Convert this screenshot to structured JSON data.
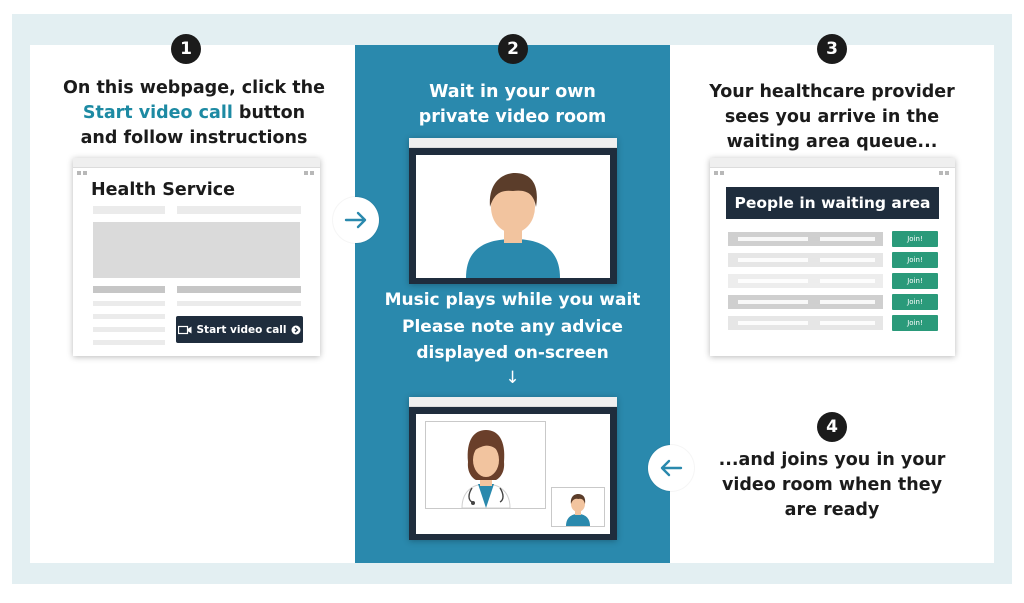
{
  "steps": [
    {
      "number": "1",
      "line1": "On this webpage, click the",
      "line2_highlight": "Start video call",
      "line2_rest": " button",
      "line3": "and follow instructions"
    },
    {
      "number": "2",
      "line1": "Wait in your own",
      "line2": "private video room"
    },
    {
      "number": "3",
      "line1": "Your healthcare provider",
      "line2": "sees you arrive in the",
      "line3": "waiting area queue..."
    },
    {
      "number": "4",
      "line1": "...and joins you in your",
      "line2": "video room when they",
      "line3": "are ready"
    }
  ],
  "health_service": {
    "title": "Health Service",
    "button_label": "Start video call"
  },
  "waiting_notes": {
    "line1": "Music plays while you wait",
    "line2": "Please note any advice",
    "line3": "displayed on-screen",
    "arrow": "↓"
  },
  "waiting_area": {
    "title": "People in waiting area",
    "join_label": "Join!",
    "rows": 5
  },
  "colors": {
    "panel": "#2a89ad",
    "highlight": "#1d8aa3",
    "dark_button": "#1f2d3d",
    "join_button": "#2a9a7a",
    "badge": "#1b1b1b"
  },
  "icons": [
    "right-arrow-icon",
    "left-arrow-icon",
    "patient-avatar-icon",
    "doctor-avatar-icon",
    "video-camera-icon"
  ]
}
